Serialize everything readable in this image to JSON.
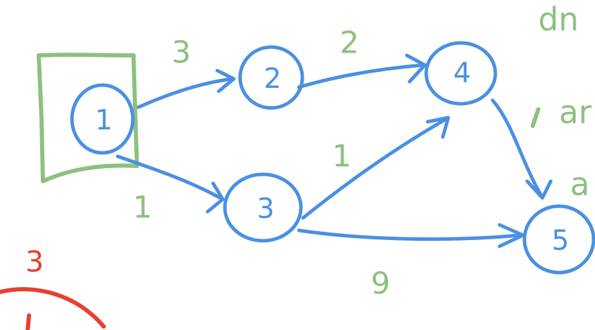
{
  "diagram": {
    "nodes": [
      {
        "id": "1",
        "label": "1"
      },
      {
        "id": "2",
        "label": "2"
      },
      {
        "id": "3",
        "label": "3"
      },
      {
        "id": "4",
        "label": "4"
      },
      {
        "id": "5",
        "label": "5"
      }
    ],
    "edges": [
      {
        "from": "1",
        "to": "2",
        "weight": "3"
      },
      {
        "from": "1",
        "to": "3",
        "weight": "1"
      },
      {
        "from": "2",
        "to": "4",
        "weight": "2"
      },
      {
        "from": "3",
        "to": "4",
        "weight": "1"
      },
      {
        "from": "3",
        "to": "5",
        "weight": "9"
      },
      {
        "from": "4",
        "to": "5",
        "weight": ""
      }
    ],
    "side_notes": [
      "dn",
      "ar",
      "a"
    ],
    "red_label": "3",
    "colors": {
      "ink": "#4a90e2",
      "weights": "#8dc07f",
      "highlight": "#e8402f"
    }
  }
}
